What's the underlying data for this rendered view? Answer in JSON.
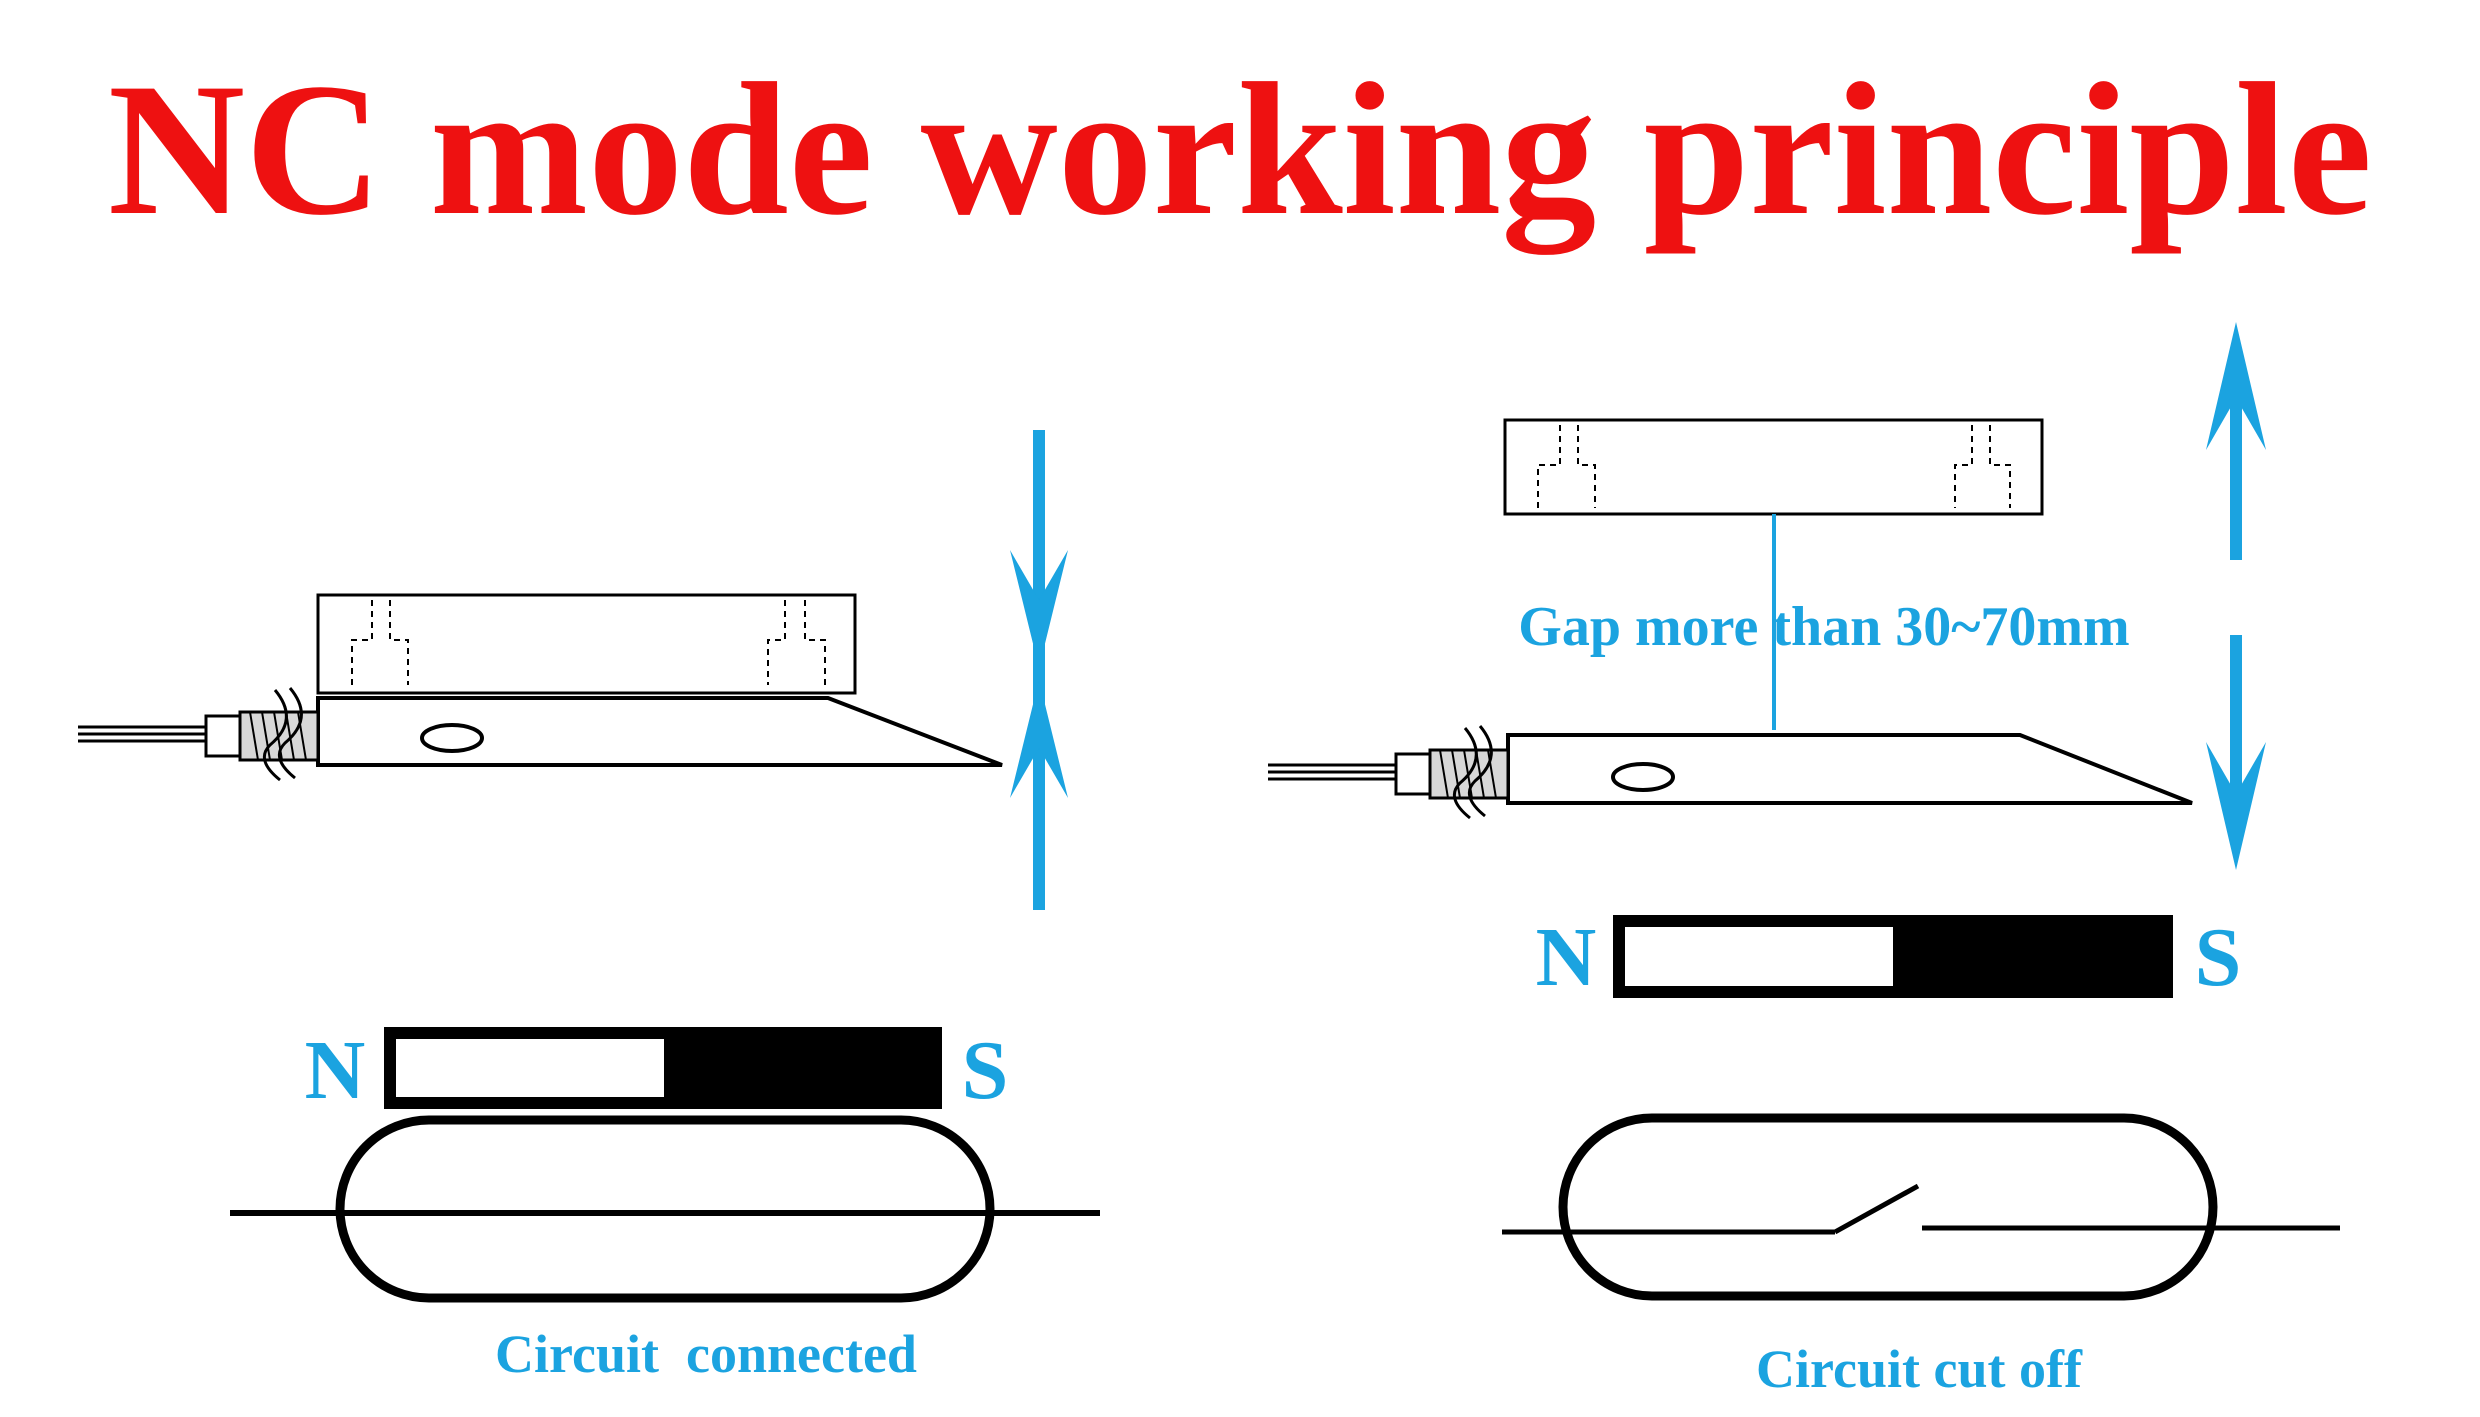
{
  "title": "NC mode working principle",
  "colors": {
    "title": "#ee1111",
    "accent": "#1ba3e0",
    "ink": "#000000",
    "background": "#ffffff"
  },
  "left_panel": {
    "pole_n": "N",
    "pole_s": "S",
    "caption": "Circuit  connected"
  },
  "right_panel": {
    "gap_label": "Gap more than 30~70mm",
    "pole_n": "N",
    "pole_s": "S",
    "caption": "Circuit cut off"
  }
}
